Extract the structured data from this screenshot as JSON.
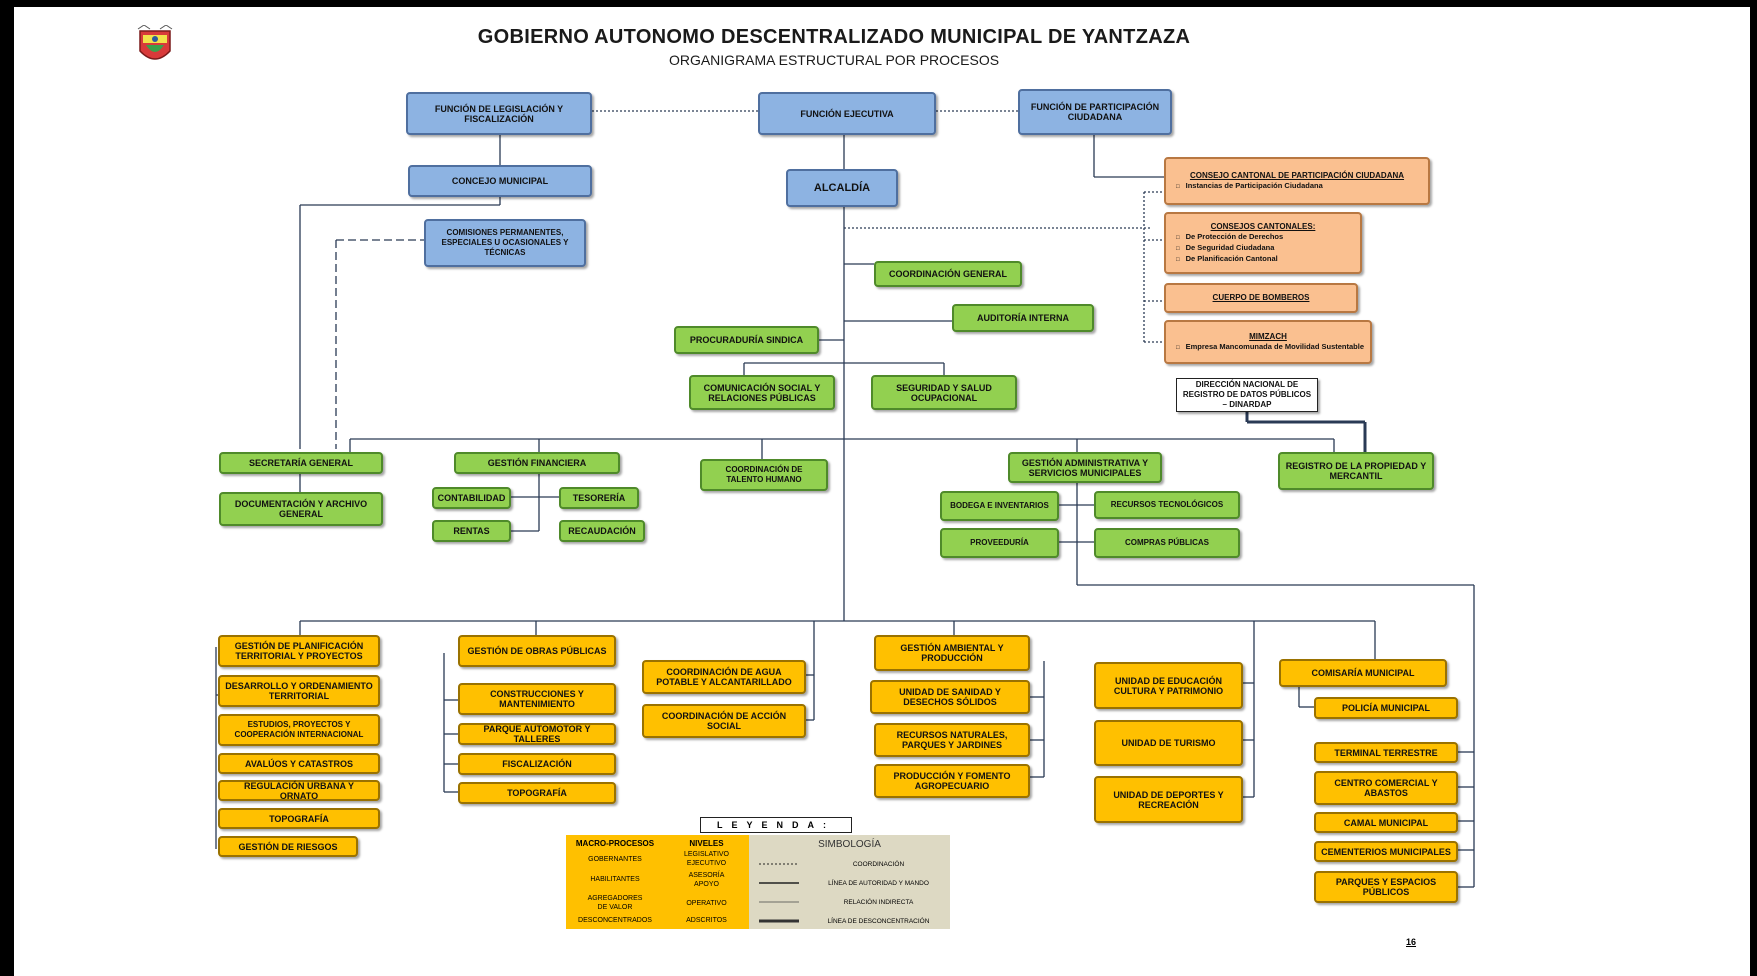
{
  "header": {
    "title": "GOBIERNO AUTONOMO DESCENTRALIZADO MUNICIPAL DE YANTZAZA",
    "subtitle": "ORGANIGRAMA ESTRUCTURAL POR PROCESOS"
  },
  "colors": {
    "gobernantes": "#8db3e2",
    "asesoria_apoyo": "#92d050",
    "agregadores": "#ffc000",
    "adscritos": "#fac090"
  },
  "governing": {
    "legislacion": "FUNCIÓN DE LEGISLACIÓN Y FISCALIZACIÓN",
    "ejecutiva": "FUNCIÓN EJECUTIVA",
    "participacion": "FUNCIÓN DE PARTICIPACIÓN CIUDADANA",
    "concejo": "CONCEJO MUNICIPAL",
    "comisiones": "COMISIONES PERMANENTES, ESPECIALES U OCASIONALES Y TÉCNICAS",
    "alcaldia": "ALCALDÍA"
  },
  "adscritos": {
    "consejo_participacion": {
      "title": "CONSEJO CANTONAL DE PARTICIPACIÓN CIUDADANA",
      "items": [
        "Instancias de Participación Ciudadana"
      ]
    },
    "consejos_cantonales": {
      "title": "CONSEJOS CANTONALES:",
      "items": [
        "De Protección de Derechos",
        "De Seguridad Ciudadana",
        "De Planificación Cantonal"
      ]
    },
    "bomberos": "CUERPO DE BOMBEROS",
    "mimzach": {
      "title": "MIMZACH",
      "items": [
        "Empresa Mancomunada de Movilidad Sustentable"
      ]
    },
    "dinardap": "DIRECCIÓN NACIONAL DE REGISTRO DE DATOS PÚBLICOS – DINARDAP",
    "registro": "REGISTRO DE LA PROPIEDAD Y MERCANTIL"
  },
  "asesoria": {
    "coordinacion_general": "COORDINACIÓN GENERAL",
    "auditoria": "AUDITORÍA INTERNA",
    "procuraduria": "PROCURADURÍA SINDICA",
    "comunicacion": "COMUNICACIÓN SOCIAL Y RELACIONES PÚBLICAS",
    "seguridad": "SEGURIDAD Y SALUD OCUPACIONAL"
  },
  "apoyo": {
    "secretaria": "SECRETARÍA GENERAL",
    "documentacion": "DOCUMENTACIÓN Y ARCHIVO GENERAL",
    "financiera": "GESTIÓN FINANCIERA",
    "contabilidad": "CONTABILIDAD",
    "tesoreria": "TESORERÍA",
    "rentas": "RENTAS",
    "recaudacion": "RECAUDACIÓN",
    "talento": "COORDINACIÓN DE TALENTO HUMANO",
    "administrativa": "GESTIÓN ADMINISTRATIVA Y SERVICIOS MUNICIPALES",
    "bodega": "BODEGA E INVENTARIOS",
    "tecnologicos": "RECURSOS TECNOLÓGICOS",
    "proveeduria": "PROVEEDURÍA",
    "compras": "COMPRAS PÚBLICAS"
  },
  "operativo": {
    "planificacion": "GESTIÓN DE PLANIFICACIÓN TERRITORIAL Y PROYECTOS",
    "desarrollo": "DESARROLLO Y ORDENAMIENTO TERRITORIAL",
    "estudios": "ESTUDIOS, PROYECTOS Y COOPERACIÓN INTERNACIONAL",
    "avaluos": "AVALÚOS Y CATASTROS",
    "regulacion": "REGULACIÓN URBANA Y ORNATO",
    "topografia1": "TOPOGRAFÍA",
    "riesgos": "GESTIÓN DE RIESGOS",
    "obras": "GESTIÓN DE OBRAS PÚBLICAS",
    "construcciones": "CONSTRUCCIONES Y MANTENIMIENTO",
    "parque": "PARQUE AUTOMOTOR Y TALLERES",
    "fiscalizacion": "FISCALIZACIÓN",
    "topografia2": "TOPOGRAFÍA",
    "agua": "COORDINACIÓN DE AGUA POTABLE Y ALCANTARILLADO",
    "accion_social": "COORDINACIÓN DE ACCIÓN SOCIAL",
    "ambiental": "GESTIÓN AMBIENTAL Y PRODUCCIÓN",
    "sanidad": "UNIDAD DE SANIDAD Y DESECHOS SÓLIDOS",
    "recursos_naturales": "RECURSOS NATURALES, PARQUES Y JARDINES",
    "produccion": "PRODUCCIÓN Y FOMENTO AGROPECUARIO",
    "educacion": "UNIDAD DE EDUCACIÓN CULTURA Y PATRIMONIO",
    "turismo": "UNIDAD DE TURISMO",
    "deportes": "UNIDAD DE DEPORTES Y RECREACIÓN",
    "comisaria": "COMISARÍA MUNICIPAL",
    "policia": "POLICÍA MUNICIPAL",
    "terminal": "TERMINAL TERRESTRE",
    "centro_comercial": "CENTRO COMERCIAL Y ABASTOS",
    "camal": "CAMAL MUNICIPAL",
    "cementerios": "CEMENTERIOS MUNICIPALES",
    "parques": "PARQUES Y ESPACIOS PÚBLICOS"
  },
  "legend": {
    "title": "LEYENDA:",
    "col1_header": "MACRO-PROCESOS",
    "col1": [
      "GOBERNANTES",
      "HABILITANTES",
      "AGREGADORES DE VALOR",
      "DESCONCENTRADOS"
    ],
    "col2_header": "NIVELES",
    "col2": [
      "LEGISLATIVO",
      "EJECUTIVO",
      "ASESORÍA",
      "APOYO",
      "OPERATIVO",
      "ADSCRITOS"
    ],
    "col3_header": "SIMBOLOGÍA",
    "col3": [
      "COORDINACIÓN",
      "LÍNEA DE AUTORIDAD Y MANDO",
      "RELACIÓN INDIRECTA",
      "LÍNEA DE DESCONCENTRACIÓN"
    ]
  },
  "page_number": "16"
}
